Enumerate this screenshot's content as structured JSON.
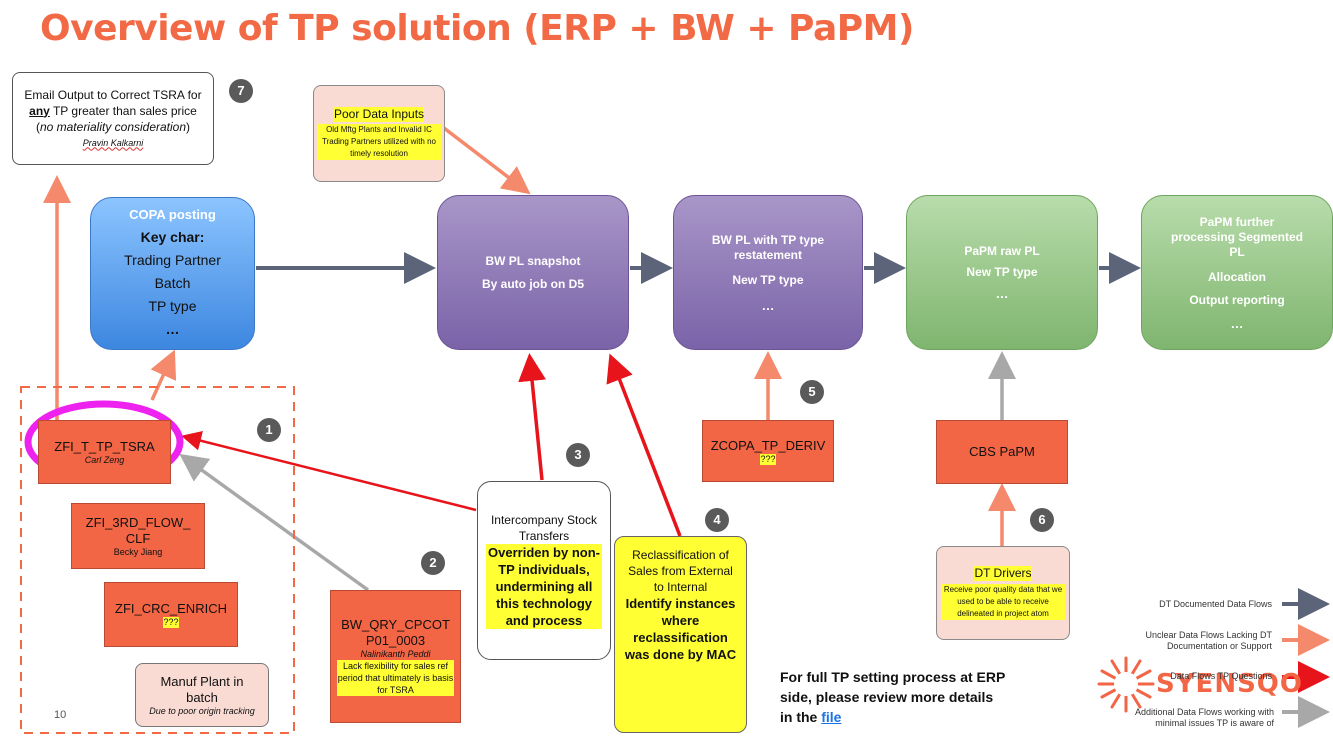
{
  "title": "Overview of TP solution (ERP + BW + PaPM)",
  "stages": {
    "copa": {
      "heading": "COPA posting",
      "sub": "Key char:",
      "items": [
        "Trading Partner",
        "Batch",
        "TP type",
        "…"
      ]
    },
    "bw_snapshot": {
      "heading": "BW PL snapshot",
      "sub": "By auto job on D5"
    },
    "bw_restatement": {
      "heading": "BW PL with TP type restatement",
      "sub": "New TP type",
      "more": "…"
    },
    "papm_raw": {
      "heading": "PaPM raw PL",
      "sub": "New TP type",
      "more": "…"
    },
    "papm_further": {
      "heading": "PaPM further processing Segmented PL",
      "items": [
        "Allocation",
        "Output reporting",
        "…"
      ]
    }
  },
  "email_note": {
    "line1": "Email Output to Correct TSRA for",
    "any": "any",
    "line2": "TP greater than sales price (",
    "italic": "no materiality consideration",
    "close": ")",
    "person": "Pravin Kalkarni"
  },
  "poor_data": {
    "title": "Poor Data Inputs",
    "body": "Old Mftg Plants and Invalid IC Trading Partners utilized with no timely resolution"
  },
  "sources": {
    "zfi_tsra": {
      "name": "ZFI_T_TP_TSRA",
      "person": "Carl Zeng"
    },
    "zfi_3rd": {
      "name": "ZFI_3RD_FLOW_ CLF",
      "person": "Becky Jiang"
    },
    "zfi_crc": {
      "name": "ZFI_CRC_ENRICH",
      "person": "???"
    },
    "manuf": {
      "name": "Manuf Plant in batch",
      "note": "Due to poor origin tracking"
    },
    "bw_qry": {
      "name": "BW_QRY_CPCOT P01_0003",
      "person": "Nalinikanth Peddi",
      "note": "Lack flexibility for sales ref period that ultimately is basis for TSRA"
    },
    "zcopa": {
      "name": "ZCOPA_TP_DERIV",
      "person": "???"
    },
    "cbs": {
      "name": "CBS PaPM"
    },
    "dt_drivers": {
      "title": "DT Drivers",
      "body": "Receive poor quality data that we used to be able to receive delineated in project atom"
    }
  },
  "intercompany": {
    "top": "Intercompany Stock Transfers",
    "highlight": "Overriden by non-TP individuals, undermining all this technology and process"
  },
  "reclass": {
    "top": "Reclassification of Sales from External to Internal",
    "bold": "Identify instances where reclassification was done by MAC"
  },
  "badges": [
    "1",
    "2",
    "3",
    "4",
    "5",
    "6",
    "7"
  ],
  "footer_note": {
    "text": "For full TP setting process at ERP side, please review more details in the",
    "link": "file"
  },
  "page_number": "10",
  "legend": [
    {
      "label": "DT Documented Data Flows",
      "color": "#5b6478"
    },
    {
      "label": "Unclear Data Flows Lacking DT Documentation or Support",
      "color": "#f4896b"
    },
    {
      "label": "Data Flows TP Questions",
      "color": "#e8141b"
    },
    {
      "label": "Additional Data Flows working with minimal issues TP is aware of",
      "color": "#a8a8a8"
    }
  ],
  "logo": "SYENSQO",
  "colors": {
    "title": "#f26a45",
    "dark_arrow": "#5b6478",
    "salmon_arrow": "#f4896b",
    "red_arrow": "#e8141b",
    "grey_arrow": "#a8a8a8",
    "circle": "#ee22ee"
  }
}
